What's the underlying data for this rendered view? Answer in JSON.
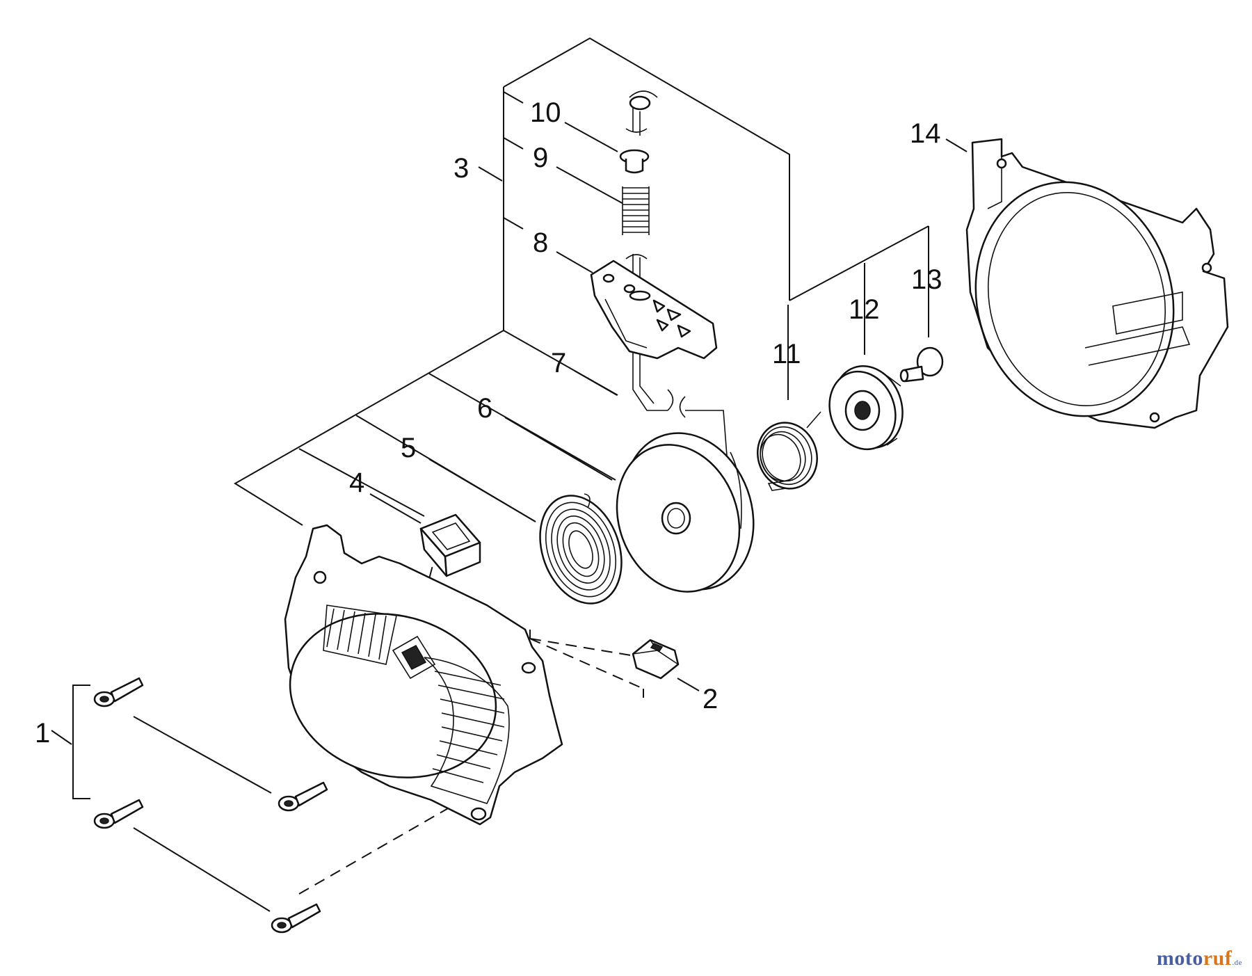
{
  "callouts": [
    {
      "id": "1",
      "text": "1"
    },
    {
      "id": "2",
      "text": "2"
    },
    {
      "id": "3",
      "text": "3"
    },
    {
      "id": "4",
      "text": "4"
    },
    {
      "id": "5",
      "text": "5"
    },
    {
      "id": "6",
      "text": "6"
    },
    {
      "id": "7",
      "text": "7"
    },
    {
      "id": "8",
      "text": "8"
    },
    {
      "id": "9",
      "text": "9"
    },
    {
      "id": "10",
      "text": "10"
    },
    {
      "id": "11",
      "text": "11"
    },
    {
      "id": "12",
      "text": "12"
    },
    {
      "id": "13",
      "text": "13"
    },
    {
      "id": "14",
      "text": "14"
    }
  ],
  "watermark": {
    "part1": "moto",
    "part2": "ruf",
    "suffix": ".de"
  },
  "colors": {
    "line": "#111111",
    "watermark_blue": "#4a5d9c",
    "watermark_orange": "#d8761f"
  }
}
